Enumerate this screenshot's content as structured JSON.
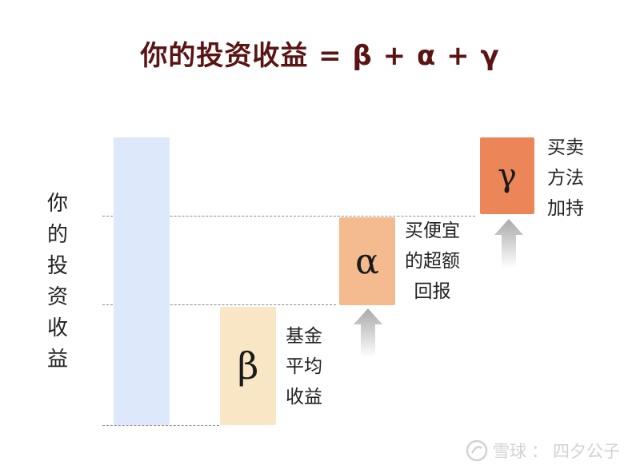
{
  "title": "你的投资收益 = β + α + γ",
  "left_label": [
    "你",
    "的",
    "投",
    "资",
    "收",
    "益"
  ],
  "blocks": {
    "beta": {
      "symbol": "β",
      "description": [
        "基金",
        "平均",
        "收益"
      ],
      "color": "#f9e6c4"
    },
    "alpha": {
      "symbol": "α",
      "description": [
        "买便宜",
        "的超额",
        "回报"
      ],
      "color": "#f3bb8e"
    },
    "gamma": {
      "symbol": "γ",
      "description": [
        "买卖",
        "方法",
        "加持"
      ],
      "color": "#ec8558"
    }
  },
  "total_bar_color": "#dde8fa",
  "watermark": {
    "brand": "雪球",
    "author": "四夕公子",
    "separator": "："
  }
}
